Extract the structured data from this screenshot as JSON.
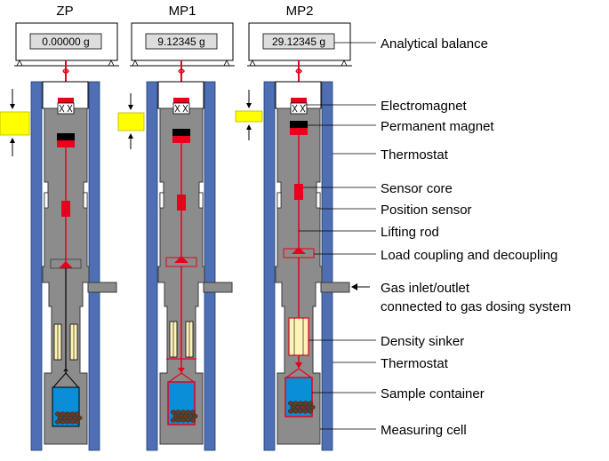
{
  "columns": [
    {
      "title": "ZP",
      "reading": "0.00000 g"
    },
    {
      "title": "MP1",
      "reading": "9.12345 g"
    },
    {
      "title": "MP2",
      "reading": "29.12345 g"
    }
  ],
  "labels": {
    "analytical_balance": "Analytical balance",
    "electromagnet": "Electromagnet",
    "permanent_magnet": "Permanent magnet",
    "thermostat_top": "Thermostat",
    "sensor_core": "Sensor core",
    "position_sensor": "Position sensor",
    "lifting_rod": "Lifting rod",
    "load_coupling": "Load coupling and decoupling",
    "gas_inlet_line1": "Gas inlet/outlet",
    "gas_inlet_line2": "connected to gas dosing system",
    "density_sinker": "Density sinker",
    "thermostat_bottom": "Thermostat",
    "sample_container": "Sample container",
    "measuring_cell": "Measuring cell"
  },
  "colors": {
    "cell_fill": "#8c8c8c",
    "cell_stroke": "#3a3a3a",
    "thermostat": "#4f6fb5",
    "active": "#e8001c",
    "magnet": "#000000",
    "sinker": "#fff3b8",
    "sample": "#0a8ed8",
    "pellets": "#6b3a1f",
    "yellow_block": "#ffff00"
  }
}
